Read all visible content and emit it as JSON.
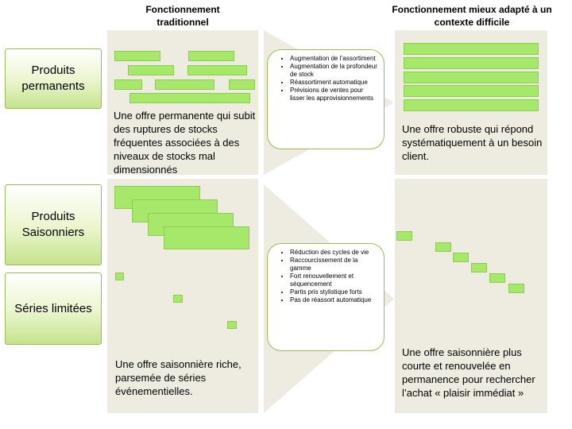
{
  "headers": {
    "left": "Fonctionnement traditionnel",
    "right": "Fonctionnement mieux adapté à un contexte difficile"
  },
  "row_labels": {
    "permanents": "Produits permanents",
    "saisonniers": "Produits Saisonniers",
    "series": "Séries limitées"
  },
  "top": {
    "left_text": "Une offre permanente qui subit des ruptures de stocks fréquentes associées à des niveaux de stocks mal dimensionnés",
    "right_text": "Une offre robuste qui répond systématiquement à un besoin client.",
    "bullets": [
      "Augmentation de l’assortiment",
      "Augmentation de la profondeur de stock",
      "Réassortiment automatique",
      "Prévisions de ventes pour lisser les approvisionnements"
    ]
  },
  "bottom": {
    "left_text": "Une offre saisonnière riche, parsemée de séries événementielles.",
    "right_text": "Une offre saisonnière plus courte et renouvelée en permanence pour rechercher l’achat « plaisir immédiat »",
    "bullets": [
      "Réduction des cycles de vie",
      "Raccourcissement de la gamme",
      "Fort renouvellement et séquencement",
      "Partis pris stylistique forts",
      "Pas de réassort automatique"
    ]
  },
  "colors": {
    "panel": "#eeece1",
    "bar_fill": "#a6e86a",
    "bar_border": "#8fcc52",
    "label_border": "#9bbb59"
  }
}
